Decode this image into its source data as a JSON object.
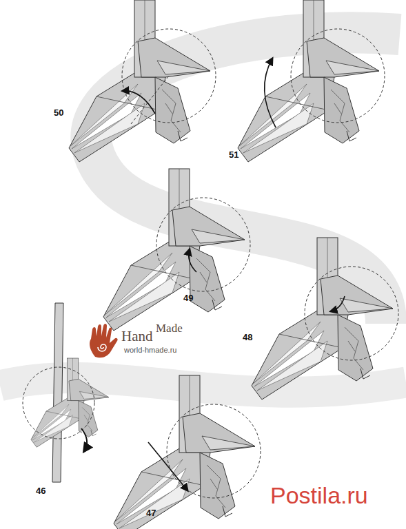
{
  "diagram": {
    "labels": [
      "50",
      "51",
      "49",
      "48",
      "46",
      "47",
      "Hand",
      "Made",
      "world-hmade.ru",
      "Postila.ru"
    ]
  }
}
